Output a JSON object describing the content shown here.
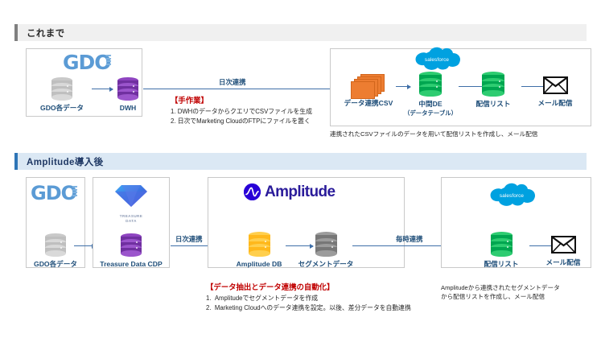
{
  "sections": [
    {
      "id": "before",
      "title": "これまで",
      "accent_color": "#7f7f7f",
      "bar_color": "#f0f0f0",
      "left_box": {
        "logo": "gdo-logo",
        "nodes": [
          {
            "name": "gdo-source-data",
            "icon": "database-cylinder",
            "color": "#a6a6a6",
            "label": "GDO各データ"
          },
          {
            "name": "dwh",
            "icon": "database-cylinder",
            "color": "#7030a0",
            "label": "DWH"
          }
        ]
      },
      "flow_label": "日次連携",
      "annotation": {
        "head": "【手作業】",
        "items": [
          "DWHのデータからクエリでCSVファイルを生成",
          "日次でMarketing CloudのFTPにファイルを置く"
        ]
      },
      "right_box": {
        "logo": "salesforce-cloud",
        "logo_text": "salesforce",
        "nodes": [
          {
            "name": "data-link-csv",
            "icon": "csv-stack",
            "color": "#ed7d31",
            "label": "データ連携CSV",
            "sublabel": ""
          },
          {
            "name": "intermediate-de",
            "icon": "database-cylinder",
            "color": "#00a650",
            "label": "中間DE",
            "sublabel": "（データテーブル）"
          },
          {
            "name": "delivery-list",
            "icon": "database-cylinder",
            "color": "#00a650",
            "label": "配信リスト",
            "sublabel": ""
          },
          {
            "name": "mail-delivery",
            "icon": "envelope",
            "color": "#111111",
            "label": "メール配信",
            "sublabel": ""
          }
        ]
      },
      "caption": "連携されたCSVファイルのデータを用いて配信リストを作成し、メール配信"
    },
    {
      "id": "after",
      "title": "Amplitude導入後",
      "accent_color": "#2e75b6",
      "bar_color": "#dbe8f4",
      "box1": {
        "logo": "gdo-logo",
        "nodes": [
          {
            "name": "gdo-source-data",
            "icon": "database-cylinder",
            "color": "#a6a6a6",
            "label": "GDO各データ"
          }
        ]
      },
      "box2": {
        "logo": "treasure-data-diamond",
        "logo_text_line1": "TREASURE",
        "logo_text_line2": "DATA",
        "nodes": [
          {
            "name": "treasure-data-cdp",
            "icon": "database-cylinder",
            "color": "#7030a0",
            "label": "Treasure Data CDP"
          }
        ]
      },
      "flow_label_1": "日次連携",
      "box3": {
        "logo": "amplitude-logo",
        "logo_text": "Amplitude",
        "nodes": [
          {
            "name": "amplitude-db",
            "icon": "database-cylinder",
            "color": "#ffb81c",
            "label": "Amplitude DB"
          },
          {
            "name": "segment-data",
            "icon": "database-cylinder",
            "color": "#808080",
            "label": "セグメントデータ"
          }
        ]
      },
      "flow_label_2": "毎時連携",
      "box4": {
        "logo": "salesforce-cloud",
        "logo_text": "salesforce",
        "nodes": [
          {
            "name": "delivery-list",
            "icon": "database-cylinder",
            "color": "#00a650",
            "label": "配信リスト"
          },
          {
            "name": "mail-delivery",
            "icon": "envelope",
            "color": "#111111",
            "label": "メール配信"
          }
        ]
      },
      "annotation": {
        "head": "【データ抽出とデータ連携の自動化】",
        "items": [
          "Amplitudeでセグメントデータを作成",
          "Marketing Cloudへのデータ連携を設定。以後、差分データを自動連携"
        ]
      },
      "caption_line1": "Amplitudeから連携されたセグメントデータ",
      "caption_line2": "から配信リストを作成し、メール配信"
    }
  ],
  "brand_colors": {
    "gdo_blue": "#5b9bd5",
    "salesforce_blue": "#00a1e0",
    "amplitude_indigo": "#2800d7",
    "arrow_blue": "#3f6fa8",
    "annotation_red": "#c00000",
    "label_navy": "#1f4e79"
  }
}
